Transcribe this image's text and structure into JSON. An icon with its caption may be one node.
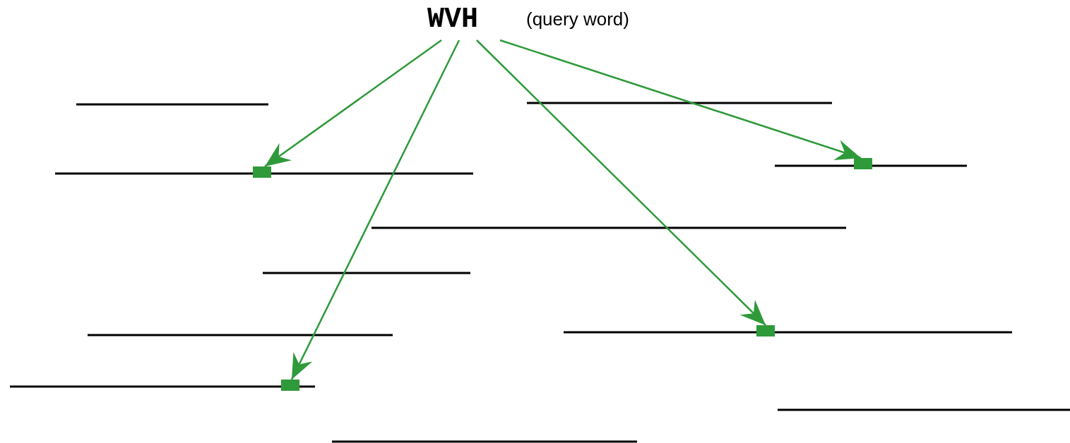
{
  "diagram": {
    "nodes": [
      {
        "text": [
          "WVH"
        ],
        "beside": [
          "(query word)"
        ]
      },
      {
        "text": [],
        "shape": "box"
      },
      {
        "text": [],
        "shape": "box"
      },
      {
        "text": [],
        "shape": "box"
      },
      {
        "text": [],
        "shape": "box"
      }
    ],
    "edges": [
      {
        "from": 0,
        "to": 2,
        "arrow": "to"
      },
      {
        "from": 0,
        "to": 4,
        "arrow": "to"
      },
      {
        "from": 0,
        "to": 3,
        "arrow": "to"
      },
      {
        "from": 0,
        "to": 1,
        "arrow": "to"
      }
    ]
  }
}
